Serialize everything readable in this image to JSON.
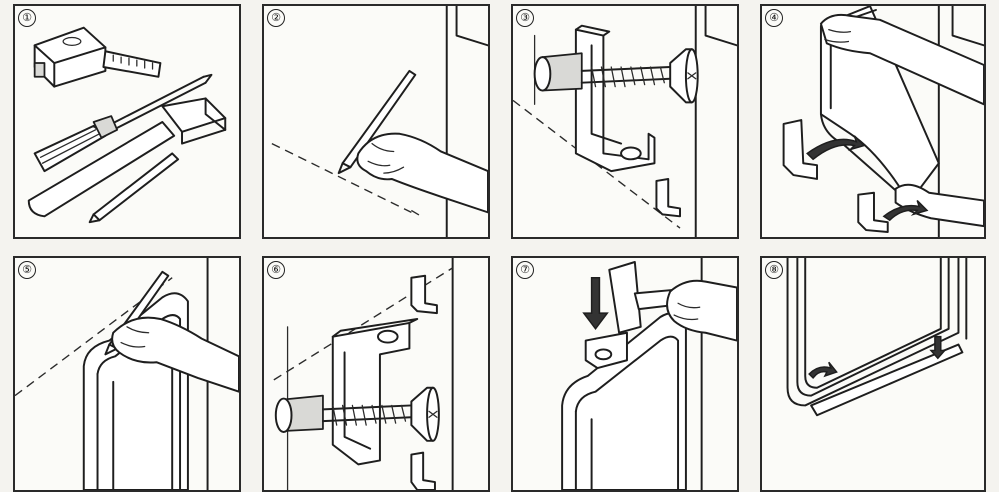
{
  "steps": [
    {
      "number": "①",
      "icon": "tools-icon"
    },
    {
      "number": "②",
      "icon": "pencil-marking-icon"
    },
    {
      "number": "③",
      "icon": "bracket-screw-icon"
    },
    {
      "number": "④",
      "icon": "hang-board-icon"
    },
    {
      "number": "⑤",
      "icon": "mark-frame-icon"
    },
    {
      "number": "⑥",
      "icon": "lower-bracket-icon"
    },
    {
      "number": "⑦",
      "icon": "hammer-icon"
    },
    {
      "number": "⑧",
      "icon": "mounted-board-icon"
    }
  ]
}
